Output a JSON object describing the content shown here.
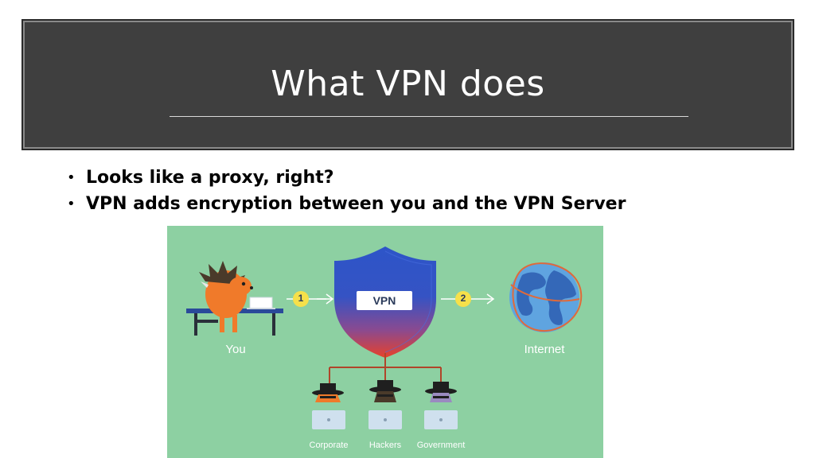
{
  "slide": {
    "title": "What VPN does",
    "bullets": [
      "Looks like a proxy, right?",
      "VPN adds encryption between you and the VPN Server"
    ],
    "bullet_glyph": "•"
  },
  "diagram": {
    "background": "#8dd0a2",
    "shield_label": "VPN",
    "you_label": "You",
    "internet_label": "Internet",
    "step1": "1",
    "step2": "2",
    "observers": [
      "Corporate",
      "Hackers",
      "Government"
    ],
    "colors": {
      "shield": "#2d55c8",
      "shield_gradient_bottom": "#e8412a",
      "step_badge": "#f6e04a",
      "connector": "#b0452a",
      "globe_land": "#3468b8",
      "globe_ocean": "#5fa4e0",
      "hedgehog": "#f07a2a"
    }
  }
}
